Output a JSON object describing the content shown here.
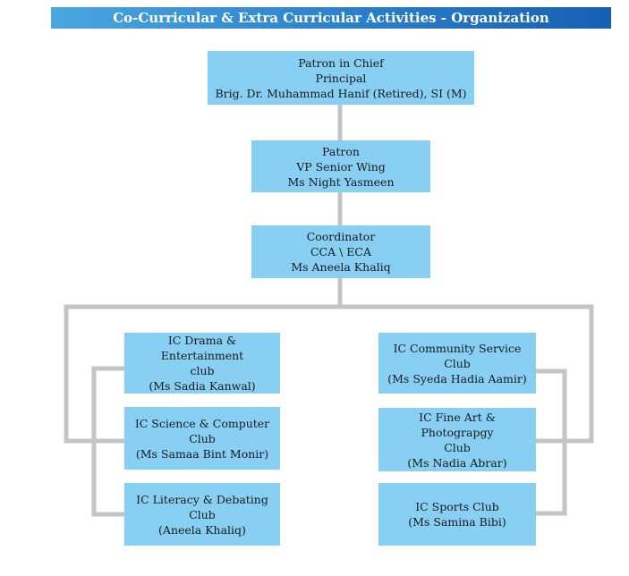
{
  "title": "Co-Curricular & Extra Curricular Activities - Organization",
  "colors": {
    "banner": "#2f86cf",
    "box": "#87cff3",
    "connector": "#c4c4c4"
  },
  "patron_in_chief": {
    "line1": "Patron in Chief",
    "line2": "Principal",
    "line3": "Brig. Dr. Muhammad Hanif (Retired), SI (M)"
  },
  "patron": {
    "line1": "Patron",
    "line2": "VP Senior Wing",
    "line3": "Ms Night Yasmeen"
  },
  "coordinator": {
    "line1": "Coordinator",
    "line2": "CCA \\ ECA",
    "line3": "Ms Aneela Khaliq"
  },
  "clubs_left": [
    {
      "line1": "IC Drama & Entertainment",
      "line2": "club",
      "line3": "(Ms Sadia Kanwal)"
    },
    {
      "line1": "IC Science & Computer Club",
      "line2": "(Ms Samaa Bint Monir)"
    },
    {
      "line1": "IC Literacy & Debating Club",
      "line2": "(Aneela Khaliq)"
    }
  ],
  "clubs_right": [
    {
      "line1": "IC Community Service Club",
      "line2": "(Ms Syeda Hadia Aamir)"
    },
    {
      "line1": "IC Fine Art  & Photograpgy",
      "line2": "Club",
      "line3": "(Ms Nadia Abrar)"
    },
    {
      "line1": "IC Sports Club",
      "line2": "(Ms Samina Bibi)"
    }
  ]
}
